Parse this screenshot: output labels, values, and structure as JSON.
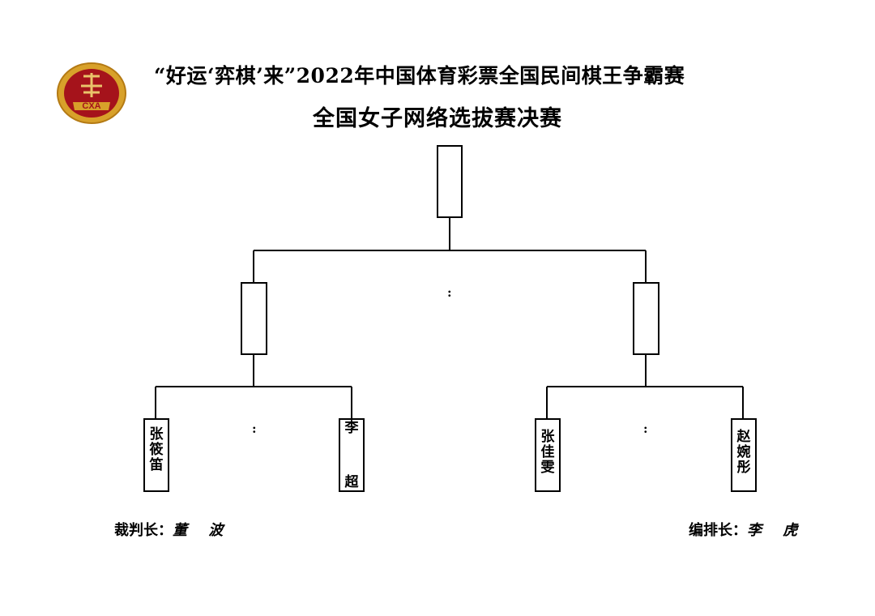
{
  "header": {
    "logo_text": "CXA",
    "title_line1": "“好运‘弈棋’来”2022年中国体育彩票全国民间棋王争霸赛",
    "title_line2": "全国女子网络选拔赛决赛"
  },
  "bracket": {
    "colon": ":",
    "players": [
      {
        "chars": [
          "张",
          "筱",
          "笛"
        ]
      },
      {
        "chars": [
          "李",
          "",
          "超"
        ]
      },
      {
        "chars": [
          "张",
          "佳",
          "雯"
        ]
      },
      {
        "chars": [
          "赵",
          "婉",
          "彤"
        ]
      }
    ]
  },
  "footer": {
    "referee_label": "裁判长：",
    "referee_name": "董 波",
    "scheduler_label": "编排长：",
    "scheduler_name": "李 虎"
  }
}
